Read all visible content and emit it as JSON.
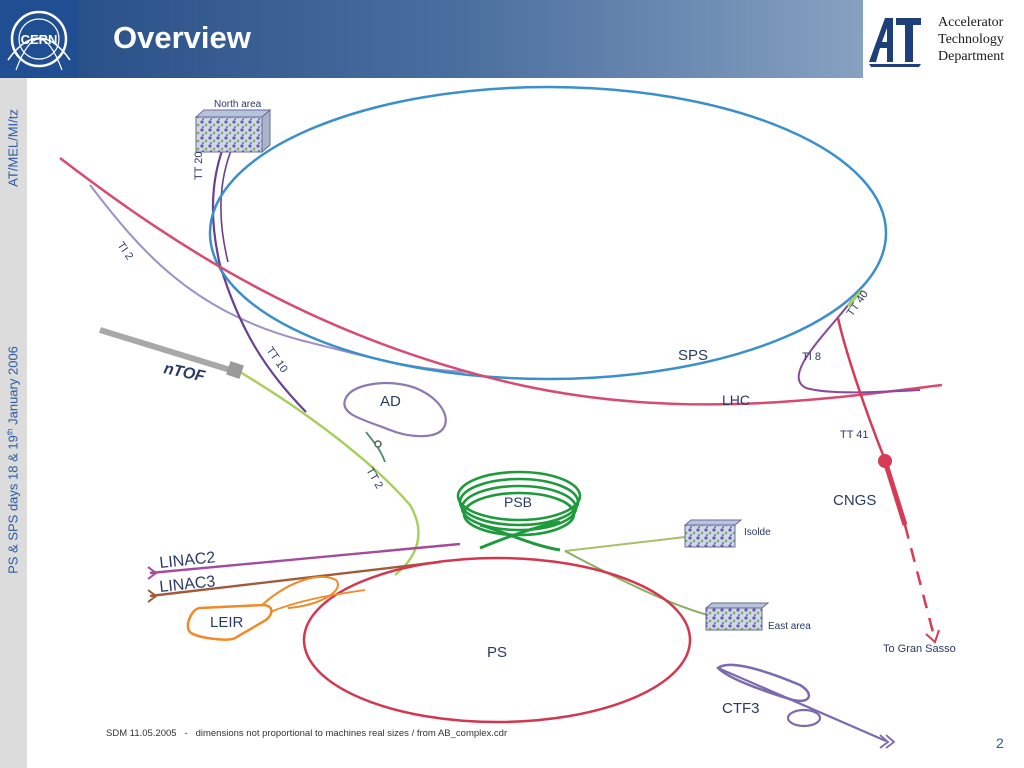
{
  "header": {
    "title": "Overview",
    "logo_text": "CERN",
    "department": [
      "Accelerator",
      "Technology",
      "Department"
    ]
  },
  "sidebar": {
    "ref": "AT/MEL/MI/tz",
    "event_prefix": "PS & SPS days   18 & 19",
    "event_sup": "th",
    "event_suffix": " January 2006"
  },
  "diagram": {
    "labels": {
      "north_area": "North area",
      "tt20": "TT 20",
      "ti2_top": "TI 2",
      "tt10": "TT 10",
      "ntof": "nTOF",
      "ad": "AD",
      "tt2": "TT 2",
      "sps": "SPS",
      "lhc": "LHC",
      "ti8": "TI 8",
      "tt40": "TT 40",
      "tt41": "TT 41",
      "cngs": "CNGS",
      "psb": "PSB",
      "isolde": "Isolde",
      "linac2": "LINAC2",
      "linac3": "LINAC3",
      "leir": "LEIR",
      "east_area": "East area",
      "ps": "PS",
      "to_gran_sasso": "To Gran Sasso",
      "ctf3": "CTF3"
    }
  },
  "footer": {
    "text": "SDM 11.05.2005   -   dimensions not proportional to machines real sizes / from AB_complex.cdr"
  },
  "page_number": "2",
  "colors": {
    "sps": "#3a8fcd",
    "lhc": "#d94a72",
    "ps": "#d4364f",
    "psb": "#1e9a3c",
    "linac2": "#a54a9c",
    "linac3": "#a05a3a",
    "leir": "#f08a28",
    "transfer_green": "#a6d05a",
    "lavender": "#9b90c9",
    "purple": "#6a3f91",
    "ntof_gray": "#a8a8a8",
    "header_dark": "#234b85"
  }
}
